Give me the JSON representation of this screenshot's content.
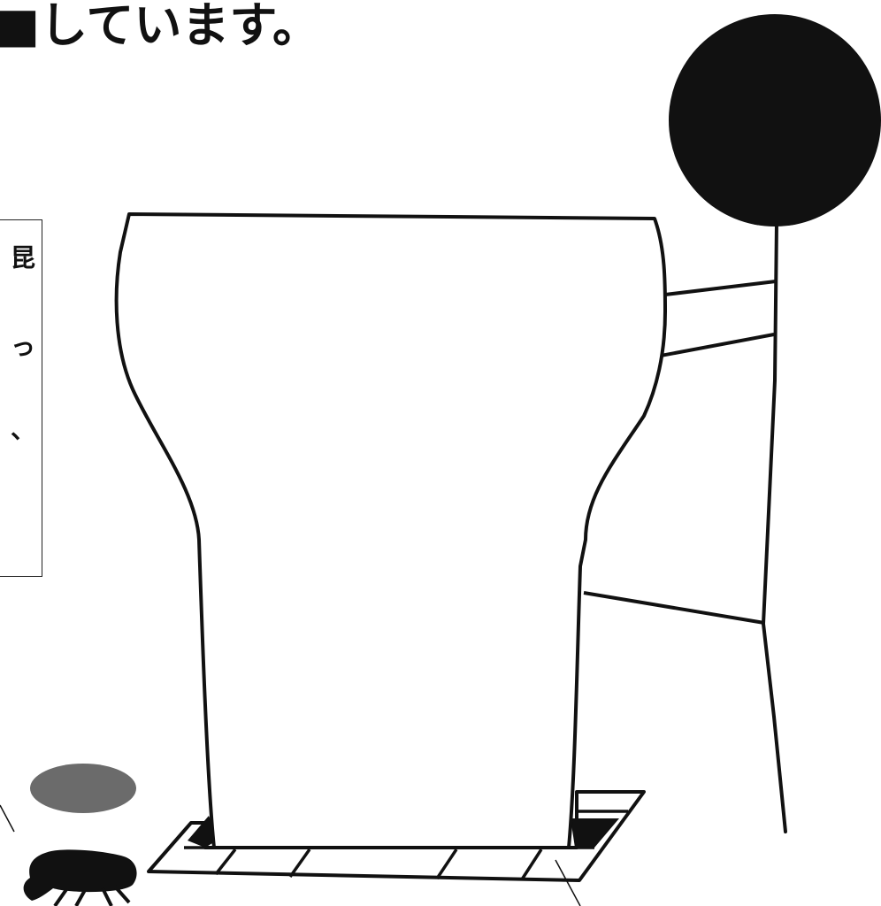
{
  "heading": {
    "text": "■しています。"
  },
  "callout": {
    "chars": [
      "昆",
      "っ",
      "、"
    ]
  },
  "colors": {
    "ink": "#111111",
    "shadow_gray": "#6b6b6b",
    "background": "#ffffff"
  },
  "icons": {
    "tree": "tree-icon",
    "pebble": "gray-oval-icon",
    "insect": "beetle-silhouette-icon"
  }
}
